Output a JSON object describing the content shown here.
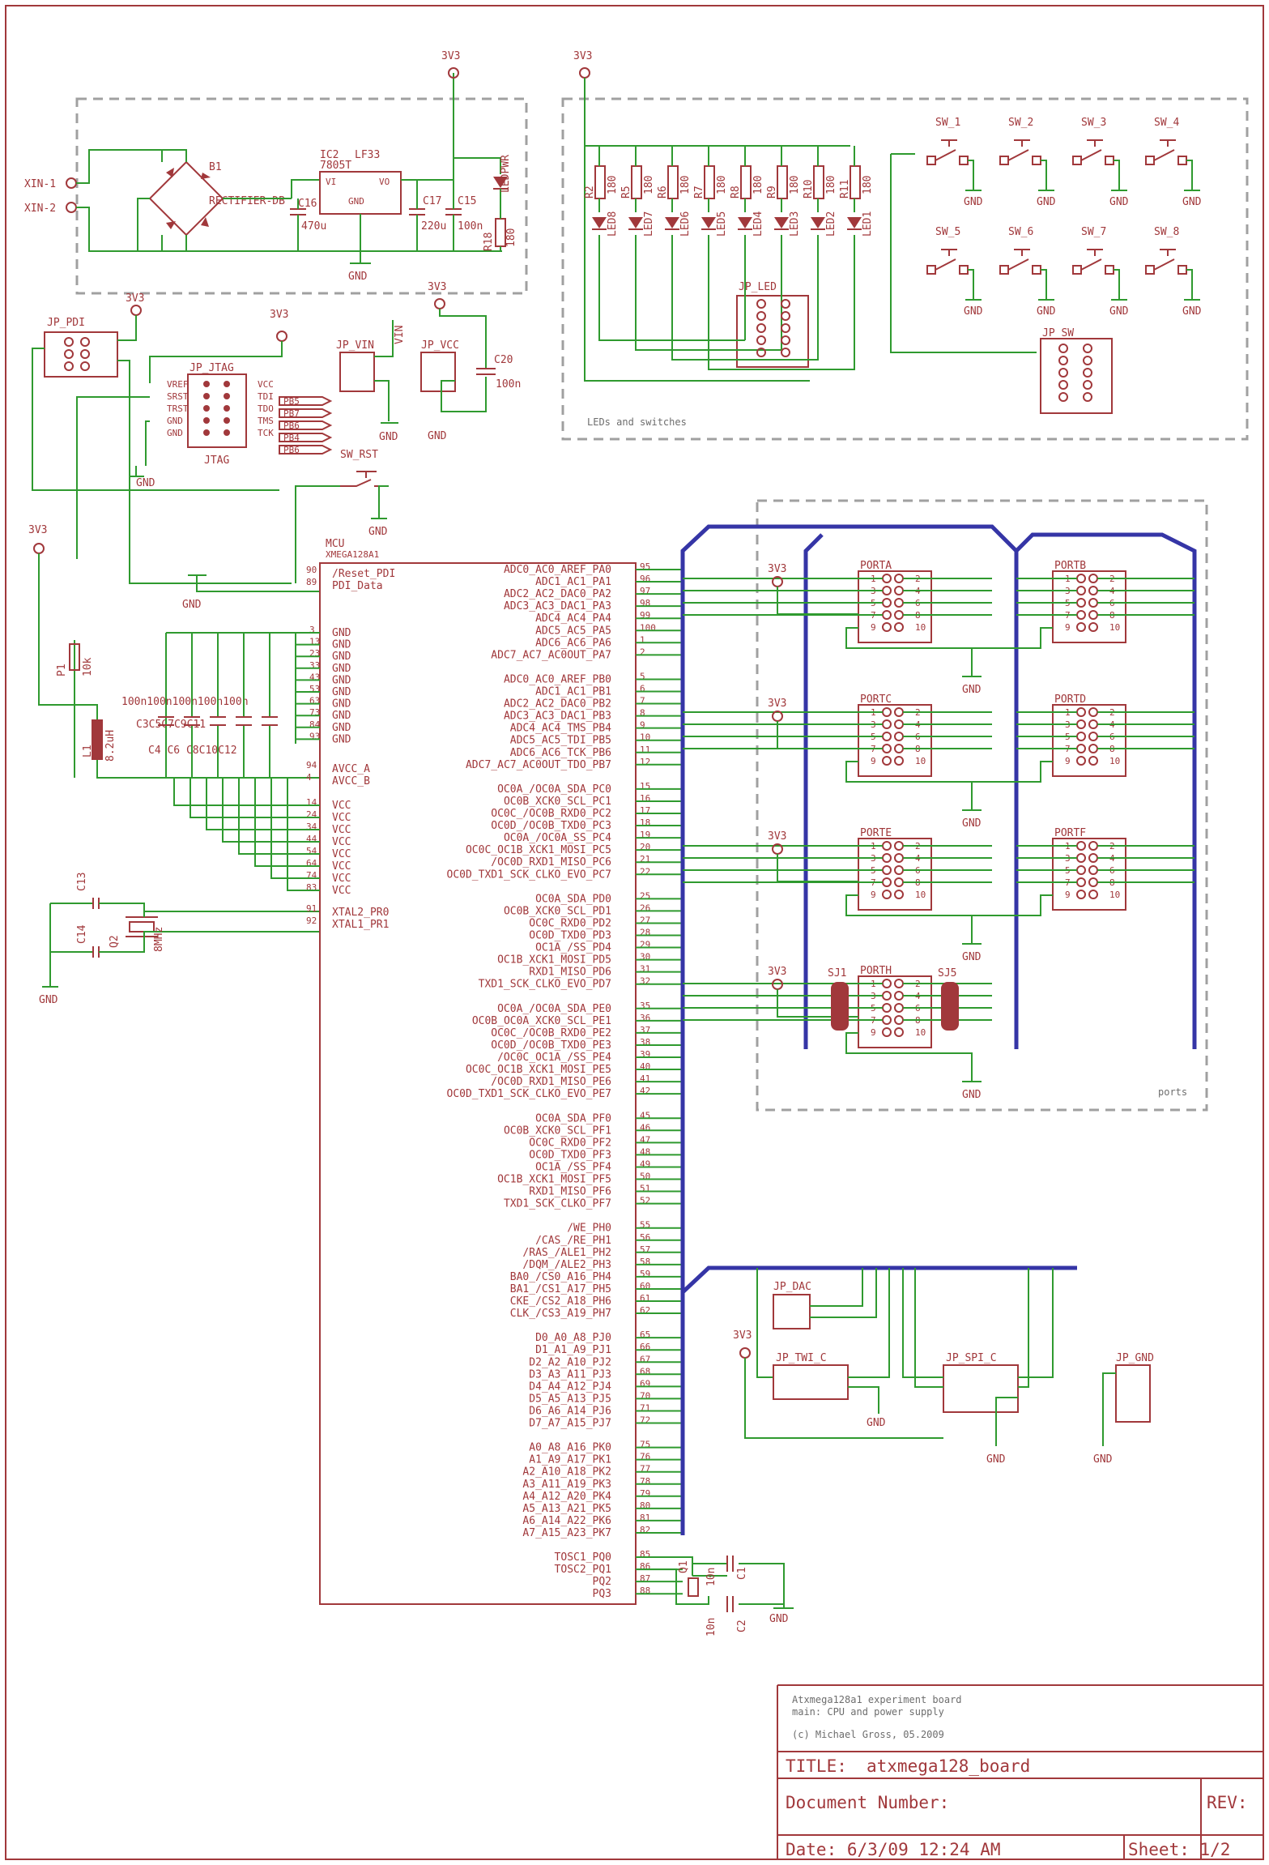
{
  "colors": {
    "wire": "#2f9a2f",
    "bus": "#3535a6",
    "part": "#a1383b",
    "frame": "#a0a0a0"
  },
  "supply": {
    "v33": "3V3",
    "gnd": "GND",
    "vin": "VIN"
  },
  "power": {
    "xin1": "XIN-1",
    "xin2": "XIN-2",
    "b1": "B1",
    "rectifier": "RECTIFIER-DB",
    "ic2": "IC2",
    "ic2_type": "7805T",
    "ic2_part": "LF33",
    "vi": "VI",
    "vo": "VO",
    "ic_gnd": "GND",
    "c16": "C16",
    "c16v": "470u",
    "c17": "C17",
    "c17v": "220u",
    "c15": "C15",
    "c15v": "100n",
    "ledpwr": "LEDPWR",
    "r18": "R18",
    "r18v": "180"
  },
  "leds": {
    "names": [
      "LED8",
      "LED7",
      "LED6",
      "LED5",
      "LED4",
      "LED3",
      "LED2",
      "LED1"
    ],
    "resistors": [
      "R2",
      "R5",
      "R6",
      "R7",
      "R8",
      "R9",
      "R10",
      "R11"
    ],
    "rvalue": "180",
    "header": "JP_LED",
    "section": "LEDs and switches"
  },
  "switches": {
    "names": [
      "SW_1",
      "SW_2",
      "SW_3",
      "SW_4",
      "SW_5",
      "SW_6",
      "SW_7",
      "SW_8"
    ],
    "header": "JP_SW"
  },
  "jtag": {
    "pdi": "JP_PDI",
    "title": "JP_JTAG",
    "footer": "JTAG",
    "left": [
      "VREF",
      "SRST",
      "TRST",
      "GND",
      "GND"
    ],
    "right": [
      "VCC",
      "TDI",
      "TDO",
      "TMS",
      "TCK"
    ],
    "ports": [
      "PB5",
      "PB7",
      "PB6",
      "PB4",
      "PB6"
    ]
  },
  "misc": {
    "jp_vin": "JP_VIN",
    "jp_vcc": "JP_VCC",
    "c20": "C20",
    "c20v": "100n",
    "sw_rst": "SW_RST",
    "p1": "P1",
    "p1v": "10k",
    "l1": "L1",
    "l1v": "8.2uH",
    "mcu": "MCU",
    "mcu_part": "XMEGA128A1",
    "caps_top": "100n100n100n100n100n",
    "caps_bot": "C3C5C7C9C11",
    "caps_bot2": "C4 C6 C8C10C12",
    "c13": "C13",
    "c14": "C14",
    "q2": "Q2",
    "q2v": "8MHz",
    "q1": "Q1",
    "c1": "C1",
    "c2": "C2",
    "c1v": "10n",
    "c2v": "10n"
  },
  "mcu_left": {
    "reset": "/Reset_PDI",
    "pdi": "PDI_Data",
    "reset_pin": "90",
    "pdi_pin": "89",
    "gnd_pins": [
      "3",
      "13",
      "23",
      "33",
      "43",
      "53",
      "63",
      "73",
      "84",
      "93"
    ],
    "gnd_label": "GND",
    "avcc": [
      "AVCC_A",
      "AVCC_B"
    ],
    "avcc_pins": [
      "94",
      "4"
    ],
    "vcc_pins": [
      "14",
      "24",
      "34",
      "44",
      "54",
      "64",
      "74",
      "83"
    ],
    "vcc_label": "VCC",
    "xtal": [
      "XTAL2_PR0",
      "XTAL1_PR1"
    ],
    "xtal_pins": [
      "91",
      "92"
    ]
  },
  "mcu_right": [
    {
      "l": "ADC0_AC0_AREF_PA0",
      "p": "95"
    },
    {
      "l": "ADC1_AC1_PA1",
      "p": "96"
    },
    {
      "l": "ADC2_AC2_DAC0_PA2",
      "p": "97"
    },
    {
      "l": "ADC3_AC3_DAC1_PA3",
      "p": "98"
    },
    {
      "l": "ADC4_AC4_PA4",
      "p": "99"
    },
    {
      "l": "ADC5_AC5_PA5",
      "p": "100"
    },
    {
      "l": "ADC6_AC6_PA6",
      "p": "1"
    },
    {
      "l": "ADC7_AC7_AC0OUT_PA7",
      "p": "2"
    },
    {
      "l": "",
      "p": ""
    },
    {
      "l": "ADC0_AC0_AREF_PB0",
      "p": "5"
    },
    {
      "l": "ADC1_AC1_PB1",
      "p": "6"
    },
    {
      "l": "ADC2_AC2_DAC0_PB2",
      "p": "7"
    },
    {
      "l": "ADC3_AC3_DAC1_PB3",
      "p": "8"
    },
    {
      "l": "ADC4_AC4_TMS_PB4",
      "p": "9"
    },
    {
      "l": "ADC5_AC5_TDI_PB5",
      "p": "10"
    },
    {
      "l": "ADC6_AC6_TCK_PB6",
      "p": "11"
    },
    {
      "l": "ADC7_AC7_AC0OUT_TDO_PB7",
      "p": "12"
    },
    {
      "l": "",
      "p": ""
    },
    {
      "l": "OC0A_/OC0A_SDA_PC0",
      "p": "15"
    },
    {
      "l": "OC0B_XCK0_SCL_PC1",
      "p": "16"
    },
    {
      "l": "OC0C_/OC0B_RXD0_PC2",
      "p": "17"
    },
    {
      "l": "OC0D_/OC0B_TXD0_PC3",
      "p": "18"
    },
    {
      "l": "OC0A_/OC0A_SS_PC4",
      "p": "19"
    },
    {
      "l": "OC0C_OC1B_XCK1_MOSI_PC5",
      "p": "20"
    },
    {
      "l": "/OC0D_RXD1_MISO_PC6",
      "p": "21"
    },
    {
      "l": "OC0D_TXD1_SCK_CLKO_EVO_PC7",
      "p": "22"
    },
    {
      "l": "",
      "p": ""
    },
    {
      "l": "OC0A_SDA_PD0",
      "p": "25"
    },
    {
      "l": "OC0B_XCK0_SCL_PD1",
      "p": "26"
    },
    {
      "l": "OC0C_RXD0_PD2",
      "p": "27"
    },
    {
      "l": "OC0D_TXD0_PD3",
      "p": "28"
    },
    {
      "l": "OC1A_/SS_PD4",
      "p": "29"
    },
    {
      "l": "OC1B_XCK1_MOSI_PD5",
      "p": "30"
    },
    {
      "l": "RXD1_MISO_PD6",
      "p": "31"
    },
    {
      "l": "TXD1_SCK_CLKO_EVO_PD7",
      "p": "32"
    },
    {
      "l": "",
      "p": ""
    },
    {
      "l": "OC0A_/OC0A_SDA_PE0",
      "p": "35"
    },
    {
      "l": "OC0B_OC0A_XCK0_SCL_PE1",
      "p": "36"
    },
    {
      "l": "OC0C_/OC0B_RXD0_PE2",
      "p": "37"
    },
    {
      "l": "OC0D_/OC0B_TXD0_PE3",
      "p": "38"
    },
    {
      "l": "/OC0C_OC1A_/SS_PE4",
      "p": "39"
    },
    {
      "l": "OC0C_OC1B_XCK1_MOSI_PE5",
      "p": "40"
    },
    {
      "l": "/OC0D_RXD1_MISO_PE6",
      "p": "41"
    },
    {
      "l": "OC0D_TXD1_SCK_CLKO_EVO_PE7",
      "p": "42"
    },
    {
      "l": "",
      "p": ""
    },
    {
      "l": "OC0A_SDA_PF0",
      "p": "45"
    },
    {
      "l": "OC0B_XCK0_SCL_PF1",
      "p": "46"
    },
    {
      "l": "OC0C_RXD0_PF2",
      "p": "47"
    },
    {
      "l": "OC0D_TXD0_PF3",
      "p": "48"
    },
    {
      "l": "OC1A_/SS_PF4",
      "p": "49"
    },
    {
      "l": "OC1B_XCK1_MOSI_PF5",
      "p": "50"
    },
    {
      "l": "RXD1_MISO_PF6",
      "p": "51"
    },
    {
      "l": "TXD1_SCK_CLKO_PF7",
      "p": "52"
    },
    {
      "l": "",
      "p": ""
    },
    {
      "l": "/WE_PH0",
      "p": "55"
    },
    {
      "l": "/CAS_/RE_PH1",
      "p": "56"
    },
    {
      "l": "/RAS_/ALE1_PH2",
      "p": "57"
    },
    {
      "l": "/DQM_/ALE2_PH3",
      "p": "58"
    },
    {
      "l": "BA0_/CS0_A16_PH4",
      "p": "59"
    },
    {
      "l": "BA1_/CS1_A17_PH5",
      "p": "60"
    },
    {
      "l": "CKE_/CS2_A18_PH6",
      "p": "61"
    },
    {
      "l": "CLK_/CS3_A19_PH7",
      "p": "62"
    },
    {
      "l": "",
      "p": ""
    },
    {
      "l": "D0_A0_A8_PJ0",
      "p": "65"
    },
    {
      "l": "D1_A1_A9_PJ1",
      "p": "66"
    },
    {
      "l": "D2_A2_A10_PJ2",
      "p": "67"
    },
    {
      "l": "D3_A3_A11_PJ3",
      "p": "68"
    },
    {
      "l": "D4_A4_A12_PJ4",
      "p": "69"
    },
    {
      "l": "D5_A5_A13_PJ5",
      "p": "70"
    },
    {
      "l": "D6_A6_A14_PJ6",
      "p": "71"
    },
    {
      "l": "D7_A7_A15_PJ7",
      "p": "72"
    },
    {
      "l": "",
      "p": ""
    },
    {
      "l": "A0_A8_A16_PK0",
      "p": "75"
    },
    {
      "l": "A1_A9_A17_PK1",
      "p": "76"
    },
    {
      "l": "A2_A10_A18_PK2",
      "p": "77"
    },
    {
      "l": "A3_A11_A19_PK3",
      "p": "78"
    },
    {
      "l": "A4_A12_A20_PK4",
      "p": "79"
    },
    {
      "l": "A5_A13_A21_PK5",
      "p": "80"
    },
    {
      "l": "A6_A14_A22_PK6",
      "p": "81"
    },
    {
      "l": "A7_A15_A23_PK7",
      "p": "82"
    },
    {
      "l": "",
      "p": ""
    },
    {
      "l": "TOSC1_PQ0",
      "p": "85"
    },
    {
      "l": "TOSC2_PQ1",
      "p": "86"
    },
    {
      "l": "PQ2",
      "p": "87"
    },
    {
      "l": "PQ3",
      "p": "88"
    }
  ],
  "ports": {
    "names": [
      "PORTA",
      "PORTB",
      "PORTC",
      "PORTD",
      "PORTE",
      "PORTF",
      "PORTH"
    ],
    "odd": [
      "1",
      "3",
      "5",
      "7",
      "9"
    ],
    "even": [
      "2",
      "4",
      "6",
      "8",
      "10"
    ],
    "sj1": "SJ1",
    "sj5": "SJ5",
    "section": "ports"
  },
  "lower": {
    "dac": "JP_DAC",
    "twi": "JP_TWI_C",
    "spi": "JP_SPI_C",
    "gnd_hdr": "JP_GND"
  },
  "title_block": {
    "desc1": "Atxmega128a1 experiment board",
    "desc2": "main: CPU and power supply",
    "credit": "(c) Michael Gross, 05.2009",
    "title_label": "TITLE:",
    "title": "atxmega128_board",
    "docnum": "Document Number:",
    "rev": "REV:",
    "date": "Date: 6/3/09 12:24 AM",
    "sheet": "Sheet: 1/2"
  }
}
